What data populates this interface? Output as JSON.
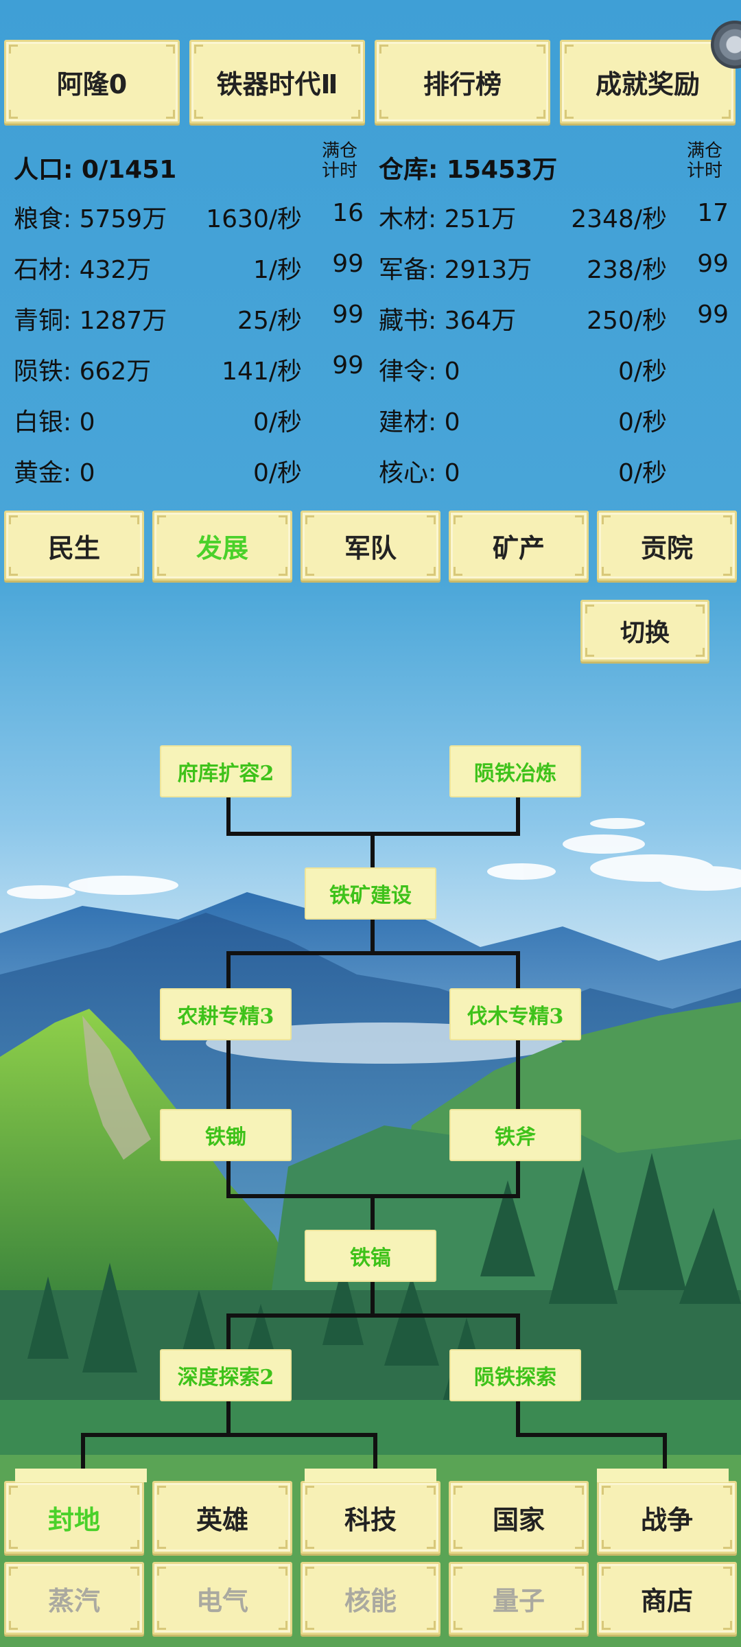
{
  "top_tabs": [
    "阿隆0",
    "铁器时代Ⅱ",
    "排行榜",
    "成就奖励"
  ],
  "header": {
    "population": "人口: 0/1451",
    "warehouse": "仓库: 15453万",
    "full_timer_label": [
      "满仓",
      "计时"
    ]
  },
  "resources_left": [
    {
      "name": "粮食: 5759万",
      "rate": "1630/秒",
      "count": "16"
    },
    {
      "name": "石材: 432万",
      "rate": "1/秒",
      "count": "99"
    },
    {
      "name": "青铜: 1287万",
      "rate": "25/秒",
      "count": "99"
    },
    {
      "name": "陨铁: 662万",
      "rate": "141/秒",
      "count": "99"
    },
    {
      "name": "白银: 0",
      "rate": "0/秒",
      "count": ""
    },
    {
      "name": "黄金: 0",
      "rate": "0/秒",
      "count": ""
    }
  ],
  "resources_right": [
    {
      "name": "木材: 251万",
      "rate": "2348/秒",
      "count": "17"
    },
    {
      "name": "军备: 2913万",
      "rate": "238/秒",
      "count": "99"
    },
    {
      "name": "藏书: 364万",
      "rate": "250/秒",
      "count": "99"
    },
    {
      "name": "律令: 0",
      "rate": "0/秒",
      "count": ""
    },
    {
      "name": "建材: 0",
      "rate": "0/秒",
      "count": ""
    },
    {
      "name": "核心: 0",
      "rate": "0/秒",
      "count": ""
    }
  ],
  "category_tabs": [
    "民生",
    "发展",
    "军队",
    "矿产",
    "贡院"
  ],
  "category_active": "发展",
  "switch_button": "切换",
  "tech_nodes": {
    "fuku": "府库扩容2",
    "yuntie_yelian": "陨铁冶炼",
    "tiekuang": "铁矿建设",
    "nonggeng": "农耕专精3",
    "famu": "伐木专精3",
    "tiechu": "铁锄",
    "tiefu": "铁斧",
    "tiegao": "铁镐",
    "shendu": "深度探索2",
    "yuntie_tansuo": "陨铁探索"
  },
  "bottom_nav": [
    "封地",
    "英雄",
    "科技",
    "国家",
    "战争"
  ],
  "bottom_nav_active": "封地",
  "bottom_nav2": [
    "蒸汽",
    "电气",
    "核能",
    "量子",
    "商店"
  ],
  "colors": {
    "accent_green": "#4ad12a",
    "button_bg": "#f7f0b5",
    "sky": "#4aa6d8"
  }
}
